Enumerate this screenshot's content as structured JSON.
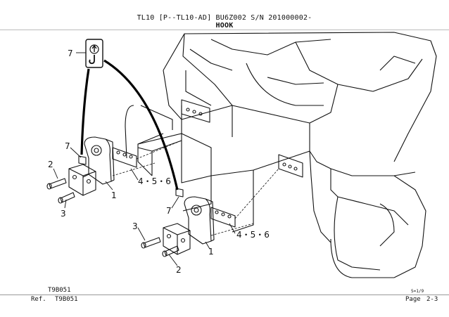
{
  "header": {
    "title_line": "TL10 [P--TL10-AD] BU6Z002 S/N 201000002-",
    "subtitle": "HOOK"
  },
  "diagram": {
    "callouts": {
      "hook_sign": "7",
      "left_label": "7",
      "left_bolt_a": "2",
      "left_bolt_b": "3",
      "left_bracket": "1",
      "left_shims": "4・5・6",
      "right_label": "7",
      "right_bolt_a": "3",
      "right_bolt_b": "2",
      "right_bracket": "1",
      "right_shims": "4・5・6"
    }
  },
  "footer": {
    "code_top": "T9B051",
    "ref_label": "Ref.",
    "ref_value": "T9B051",
    "scale": "S=1/9",
    "page_label": "Page",
    "page_value": "2-3"
  }
}
